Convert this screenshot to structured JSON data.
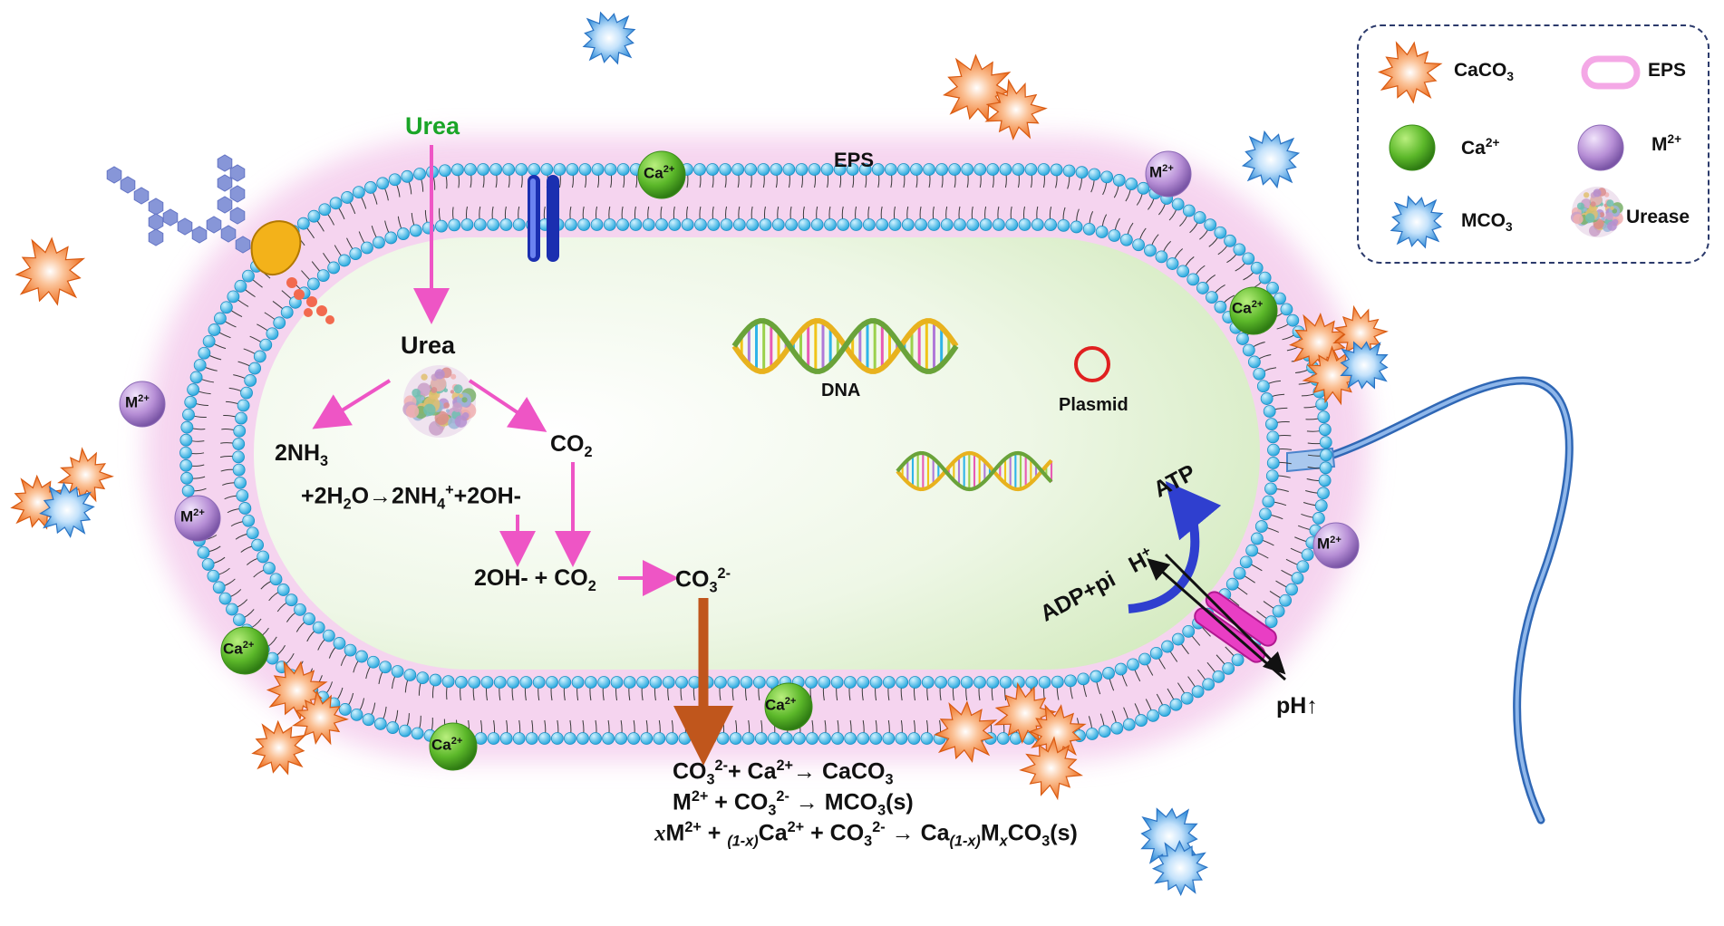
{
  "labels": {
    "urea_outer": "Urea",
    "urea_inner": "Urea",
    "eps": "EPS",
    "dna": "DNA",
    "plasmid": "Plasmid",
    "atp": "ATP",
    "adp": "ADP+pi",
    "h_plus": "H",
    "h_plus_sup": "+",
    "ph": "pH↑",
    "nh3_coef": "2NH",
    "nh3_sub": "3",
    "co2_top": "CO",
    "co2_top_sub": "2",
    "eq_h2o_a": "+2H",
    "eq_h2o_b": "2",
    "eq_h2o_c": "O→2NH",
    "eq_h2o_d": "4",
    "eq_h2o_e": "+",
    "eq_h2o_f": "+2OH-",
    "eq_oh_a": "2OH- + CO",
    "eq_oh_b": "2",
    "co3_a": "CO",
    "co3_b": "3",
    "co3_c": "2-"
  },
  "ions": {
    "ca": "Ca",
    "ca_charge": "2+",
    "m": "M",
    "m_charge": "2+"
  },
  "equations": {
    "e1": [
      "CO",
      "3",
      "2-",
      "+ Ca",
      "2+",
      "→ CaCO",
      "3"
    ],
    "e2": [
      "M",
      "2+",
      " + CO",
      "3",
      "2-",
      " → MCO",
      "3",
      "(s)"
    ],
    "e3": [
      "x",
      "M",
      "2+",
      " + ",
      "(1-x)",
      "Ca",
      "2+",
      " + CO",
      "3",
      "2-",
      " → Ca",
      "(1-x)",
      "M",
      "x",
      "CO",
      "3",
      "(s)"
    ]
  },
  "legend": {
    "caco3_a": "CaCO",
    "caco3_b": "3",
    "eps": "EPS",
    "ca_a": "Ca",
    "ca_b": "2+",
    "m_a": "M",
    "m_b": "2+",
    "mco3_a": "MCO",
    "mco3_b": "3",
    "urease": "Urease"
  },
  "colors": {
    "membrane_head": "#46c3ef",
    "cytoplasm": "#e6f3d6",
    "eps_glow": "#f5d0ee",
    "arrow_pink": "#ee55c5",
    "arrow_brown": "#c0561c",
    "arrow_blue": "#2f3fcf",
    "ca_green": "#5cb82a",
    "m_purple": "#b78fd6",
    "caco3_orange": "#f07d30",
    "mco3_blue": "#6fb6ec",
    "flagellum": "#4b84cc",
    "urea_green": "#1aa527",
    "legend_border": "#2b3a6b"
  },
  "icons": [
    "caco3-crystal-icon",
    "mco3-crystal-icon",
    "ca-ion-icon",
    "m-ion-icon",
    "urease-icon",
    "dna-icon",
    "plasmid-icon",
    "channel-icon",
    "atp-synthase-icon",
    "transporter-icon",
    "flagellum-icon",
    "polysaccharide-icon"
  ]
}
